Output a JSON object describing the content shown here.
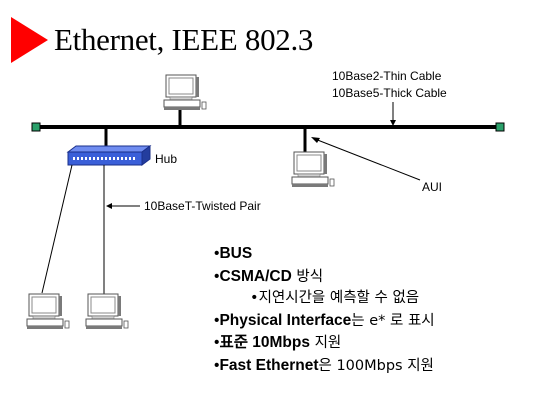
{
  "title": "Ethernet, IEEE 802.3",
  "cable_labels": [
    "10Base2-Thin Cable",
    "10Base5-Thick Cable"
  ],
  "hub_label": "Hub",
  "aui_label": "AUI",
  "twisted_pair_label": "10BaseT-Twisted Pair",
  "bullets": [
    {
      "dot": "•",
      "text": "BUS",
      "suffix": ""
    },
    {
      "dot": "•",
      "text": "CSMA/CD",
      "suffix": " 방식"
    },
    {
      "dot": "•",
      "text": "지연시간을 예측할 수 없음",
      "suffix": "",
      "sub": true
    },
    {
      "dot": "•",
      "text": "Physical Interface",
      "suffix": "는 e* 로 표시"
    },
    {
      "dot": "•",
      "text": "표준 10Mbps",
      "suffix": " 지원"
    },
    {
      "dot": "•",
      "text": "Fast Ethernet",
      "suffix": "은 100Mbps  지원"
    }
  ],
  "colors": {
    "triangle": "#ff0000",
    "terminator": "#2aa06a",
    "hub": "#3a5fd8",
    "computer_face": "#ffffff",
    "computer_shadow": "#7a7a7a"
  }
}
